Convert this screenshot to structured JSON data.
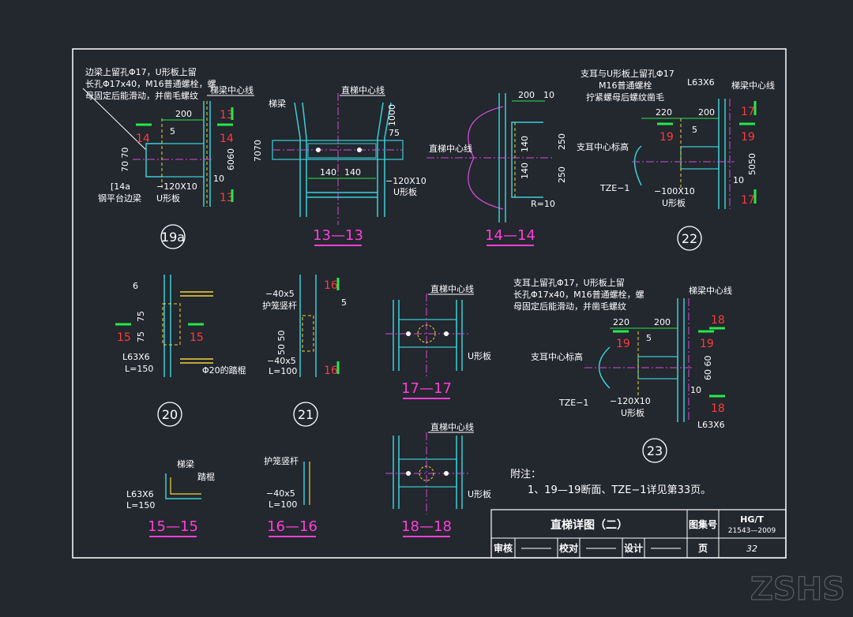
{
  "colors": {
    "background": "#23272e",
    "frame": "#ffffff",
    "cyan": "#39d0d8",
    "yellow": "#f2d43a",
    "magenta": "#d54bd6",
    "red": "#ff3b3b",
    "green": "#26e84c",
    "white": "#ffffff",
    "title_magenta": "#ff3fd8"
  },
  "details": {
    "d19a": {
      "label": "19a",
      "note1": "边梁上留孔Φ17，U形板上留",
      "note2": "长孔Φ17x40，M16普通螺栓，螺",
      "note3": "母固定后能滑动，并凿毛螺纹",
      "centerline": "梯梁中心线",
      "dim200": "200",
      "dim5": "5",
      "sec13a": "13",
      "sec14a": "14",
      "sec14b": "14",
      "sec13b": "13",
      "dim7070": "70 70",
      "dim6060": "6060",
      "dim10": "10",
      "chan": "[14a",
      "chan2": "钢平台边梁",
      "plate": "−120X10",
      "plate2": "U形板"
    },
    "s1313": {
      "label": "13—13",
      "beam": "梯梁",
      "centerline": "直梯中心线",
      "d1000": "1000",
      "d75": "75",
      "d7070": "7070",
      "d140a": "140",
      "d140b": "140",
      "plate": "−120X10",
      "plate2": "U形板"
    },
    "s1414": {
      "label": "14—14",
      "centerline": "直梯中心线",
      "d200": "200",
      "d10": "10",
      "d250a": "250",
      "d250b": "250",
      "d140a": "140",
      "d140b": "140",
      "radius": "R=10"
    },
    "d22": {
      "label": "22",
      "note1": "支耳与U形板上留孔Φ17",
      "note2": "M16普通螺栓",
      "note3": "拧紧螺母后螺纹凿毛",
      "angle": "L63X6",
      "centerline": "梯梁中心线",
      "d220": "220",
      "d200": "200",
      "s17a": "17",
      "s19a": "19",
      "s19b": "19",
      "s17b": "17",
      "d5": "5",
      "lugline": "支耳中心标高",
      "d5050": "5050",
      "d10": "10",
      "tze": "TZE−1",
      "plate": "−100X10",
      "plate2": "U形板"
    },
    "d20": {
      "label": "20",
      "d6": "6",
      "d75a": "75",
      "d75b": "75",
      "s15a": "15",
      "s15b": "15",
      "angle": "L63X6",
      "len": "L=150",
      "rung": "Φ20的踏棍"
    },
    "d21": {
      "label": "21",
      "flat": "−40x5",
      "rail": "护笼竖杆",
      "s16a": "16",
      "s16b": "16",
      "weld": "5",
      "d5050": "50 50",
      "flat2": "−40x5",
      "len": "L=100"
    },
    "s1717": {
      "label": "17—17",
      "centerline": "直梯中心线",
      "plate": "U形板"
    },
    "d23": {
      "label": "23",
      "note1": "支耳上留孔Φ17，U形板上留",
      "note2": "长孔Φ17x40，M16普通螺栓，螺",
      "note3": "母固定后能滑动，并凿毛螺纹",
      "centerline": "梯梁中心线",
      "d220": "220",
      "d200": "200",
      "s18a": "18",
      "s19a": "19",
      "s19b": "19",
      "s18b": "18",
      "d5": "5",
      "lugline": "支耳中心标高",
      "d6060": "60 60",
      "d10": "10",
      "tze": "TZE−1",
      "plate": "−120X10",
      "plate2": "U形板",
      "angle": "L63X6"
    },
    "s1515": {
      "label": "15—15",
      "beam": "梯梁",
      "rung": "踏棍",
      "angle": "L63X6",
      "len": "L=150"
    },
    "s1616": {
      "label": "16—16",
      "rail": "护笼竖杆",
      "flat": "−40x5",
      "len": "L=100"
    },
    "s1818": {
      "label": "18—18",
      "centerline": "直梯中心线",
      "plate": "U形板"
    }
  },
  "notes": {
    "heading": "附注：",
    "line1": "1、19—19断面、TZE−1详见第33页。"
  },
  "titleblock": {
    "title": "直梯详图（二）",
    "atlas_label": "图集号",
    "atlas_no1": "HG/T",
    "atlas_no2": "21543—2009",
    "review": "审核",
    "check": "校对",
    "design": "设计",
    "page_label": "页",
    "page_no": "32"
  },
  "watermark": "ZSHS"
}
